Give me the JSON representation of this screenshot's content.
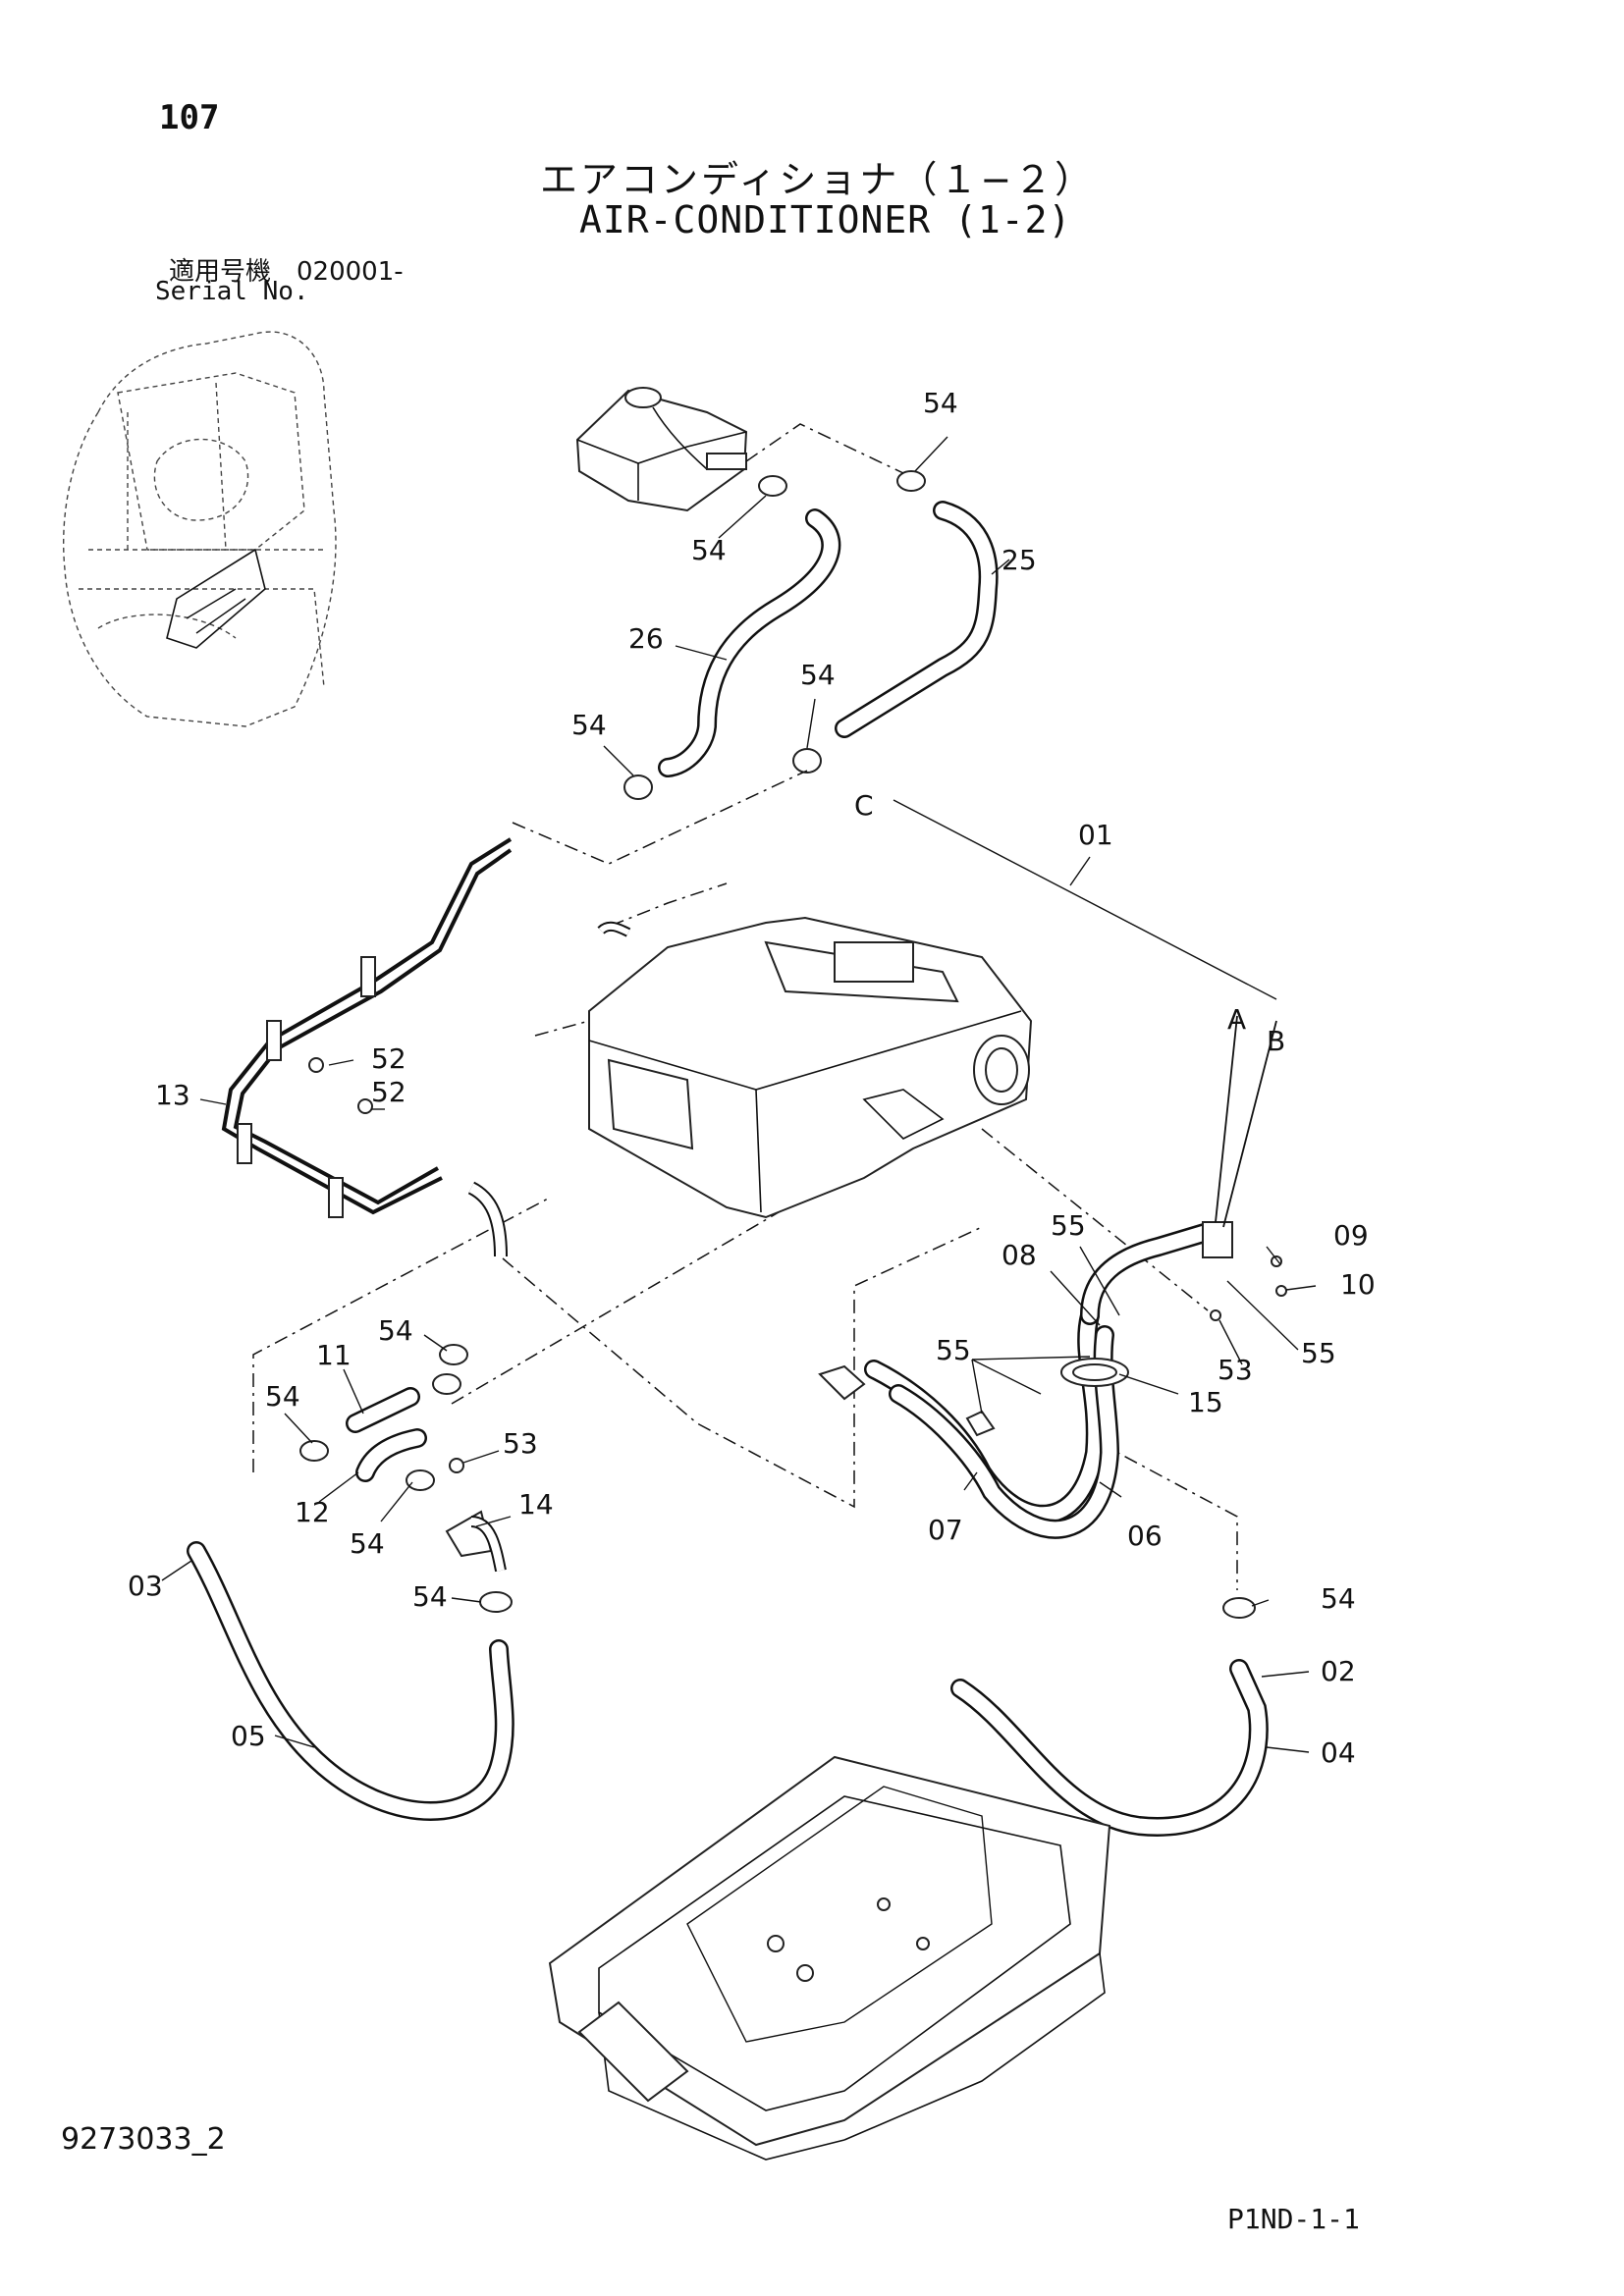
{
  "page_number": "107",
  "title_jp": "エアコンディショナ（１−２）",
  "title_en": "AIR-CONDITIONER (1-2)",
  "serial_label_jp": "適用号機　020001-",
  "serial_label_en": "Serial No.",
  "doc_code": "9273033_2",
  "page_ref": "P1ND-1-1",
  "callouts": {
    "c54a": "54",
    "c54b": "54",
    "c54c": "54",
    "c54d": "54",
    "c54e": "54",
    "c54f": "54",
    "c54g": "54",
    "c54h": "54",
    "c54i": "54",
    "c25": "25",
    "c26": "26",
    "c01": "01",
    "cC": "C",
    "cA": "A",
    "cB": "B",
    "c13": "13",
    "c52a": "52",
    "c52b": "52",
    "c55a": "55",
    "c55b": "55",
    "c55c": "55",
    "c08": "08",
    "c09": "09",
    "c10": "10",
    "c53a": "53",
    "c53b": "53",
    "c15": "15",
    "c11": "11",
    "c12": "12",
    "c14": "14",
    "c07": "07",
    "c06": "06",
    "c03": "03",
    "c05": "05",
    "c02": "02",
    "c04": "04"
  }
}
